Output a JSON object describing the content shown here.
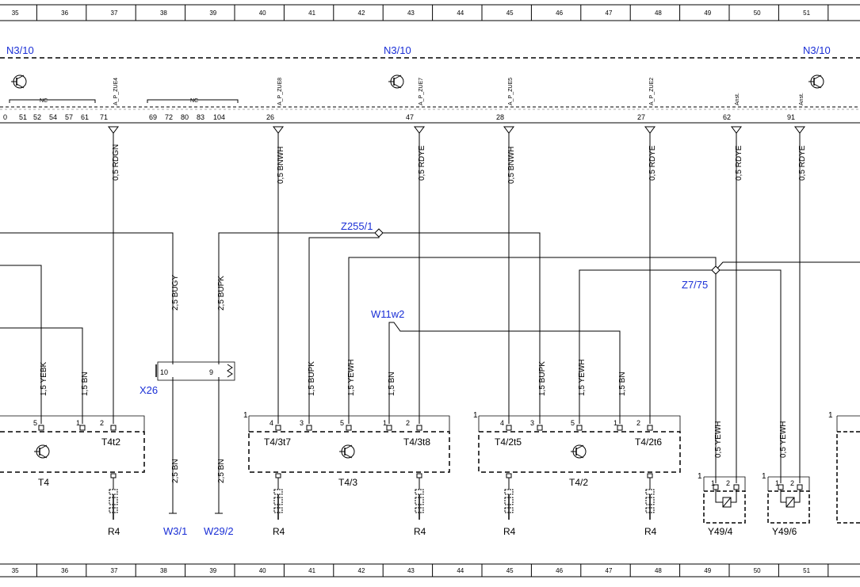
{
  "grid_numbers": [
    "35",
    "36",
    "37",
    "38",
    "39",
    "40",
    "41",
    "42",
    "43",
    "44",
    "45",
    "46",
    "47",
    "48",
    "49",
    "50",
    "51"
  ],
  "module_labels": [
    "N3/10",
    "N3/10",
    "N3/10"
  ],
  "pin_labels": {
    "nc1": "NC",
    "nc2": "NC",
    "left_pins": [
      "0",
      "51",
      "52",
      "54",
      "57",
      "61",
      "71"
    ],
    "mid_pins": [
      "69",
      "72",
      "80",
      "83",
      "104"
    ],
    "p26": "26",
    "p47": "47",
    "p28": "28",
    "p27": "27",
    "p62": "62",
    "p91": "91"
  },
  "signal_names": [
    "A_P_ZUE4",
    "A_P_ZUE8",
    "A_P_ZUE7",
    "A_P_ZUE5",
    "A_P_ZUE2",
    "Anst.",
    "Anst."
  ],
  "wires_top": [
    "0,5 RDGN",
    "0,5 BNWH",
    "0,5 RDYE",
    "0,5 BNWH",
    "0,5 RDYE",
    "0,5 RDYE",
    "0,5 RDYE"
  ],
  "wires_mid": [
    "2,5 BUGY",
    "2,5 BUPK"
  ],
  "wires_low": [
    "1,5 YEBK",
    "1,5 BN",
    "1,5 BUPK",
    "1,5 YEWH",
    "1,5 BN",
    "1,5 BUPK",
    "1,5 YEWH",
    "1,5 BN"
  ],
  "wires_y49": [
    "0,5 YEWH",
    "0,5 YEWH"
  ],
  "wires_bottom": [
    "2,5 BN",
    "2,5 BN"
  ],
  "splices": [
    "Z255/1",
    "Z7/75",
    "W11w2"
  ],
  "connector": {
    "name": "X26",
    "pin_a": "10",
    "pin_b": "9"
  },
  "modules": {
    "t4": {
      "label": "T4",
      "sub": "T4t2",
      "pins": [
        "5",
        "1",
        "2"
      ]
    },
    "t43": {
      "label": "T4/3",
      "sub_left": "T4/3t7",
      "sub_right": "T4/3t8",
      "pins": [
        "4",
        "3",
        "5",
        "1",
        "2"
      ],
      "corner": "1"
    },
    "t42": {
      "label": "T4/2",
      "sub_left": "T4/2t5",
      "sub_right": "T4/2t6",
      "pins": [
        "4",
        "3",
        "5",
        "1",
        "2"
      ],
      "corner": "1"
    },
    "y494": {
      "label": "Y49/4",
      "pins": [
        "1",
        "2"
      ],
      "corner": "1"
    },
    "y496": {
      "label": "Y49/6",
      "pins": [
        "1",
        "2"
      ],
      "corner": "1"
    },
    "right_corner": "1"
  },
  "grounds": [
    "R4",
    "R4",
    "R4",
    "R4",
    "R4"
  ],
  "bottom_refs": [
    "W3/1",
    "W29/2"
  ],
  "colors": {
    "blue_label": "#1a2fd6",
    "line": "#000000",
    "dash": "#000000"
  }
}
